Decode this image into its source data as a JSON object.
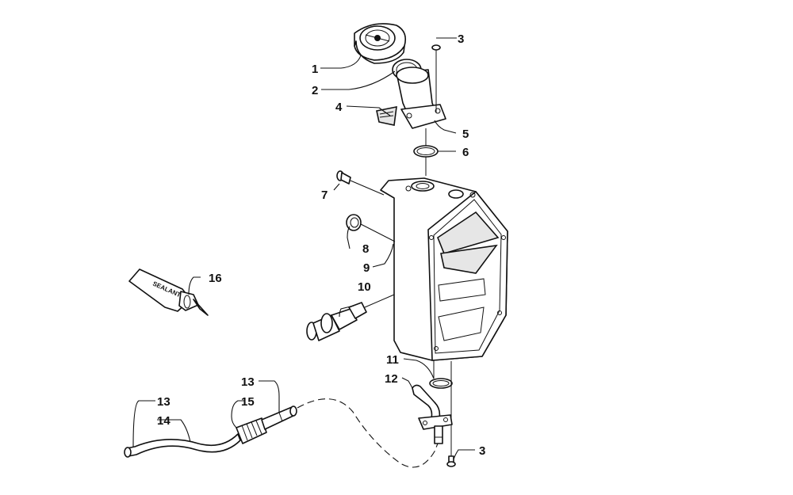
{
  "callouts": {
    "c1": "1",
    "c2": "2",
    "c3a": "3",
    "c3b": "3",
    "c4": "4",
    "c5": "5",
    "c6": "6",
    "c7": "7",
    "c8": "8",
    "c9": "9",
    "c10": "10",
    "c11": "11",
    "c12": "12",
    "c13a": "13",
    "c13b": "13",
    "c14": "14",
    "c15": "15",
    "c16": "16"
  },
  "tube_text": "SEALANT",
  "colors": {
    "line": "#111111",
    "background": "#ffffff"
  }
}
